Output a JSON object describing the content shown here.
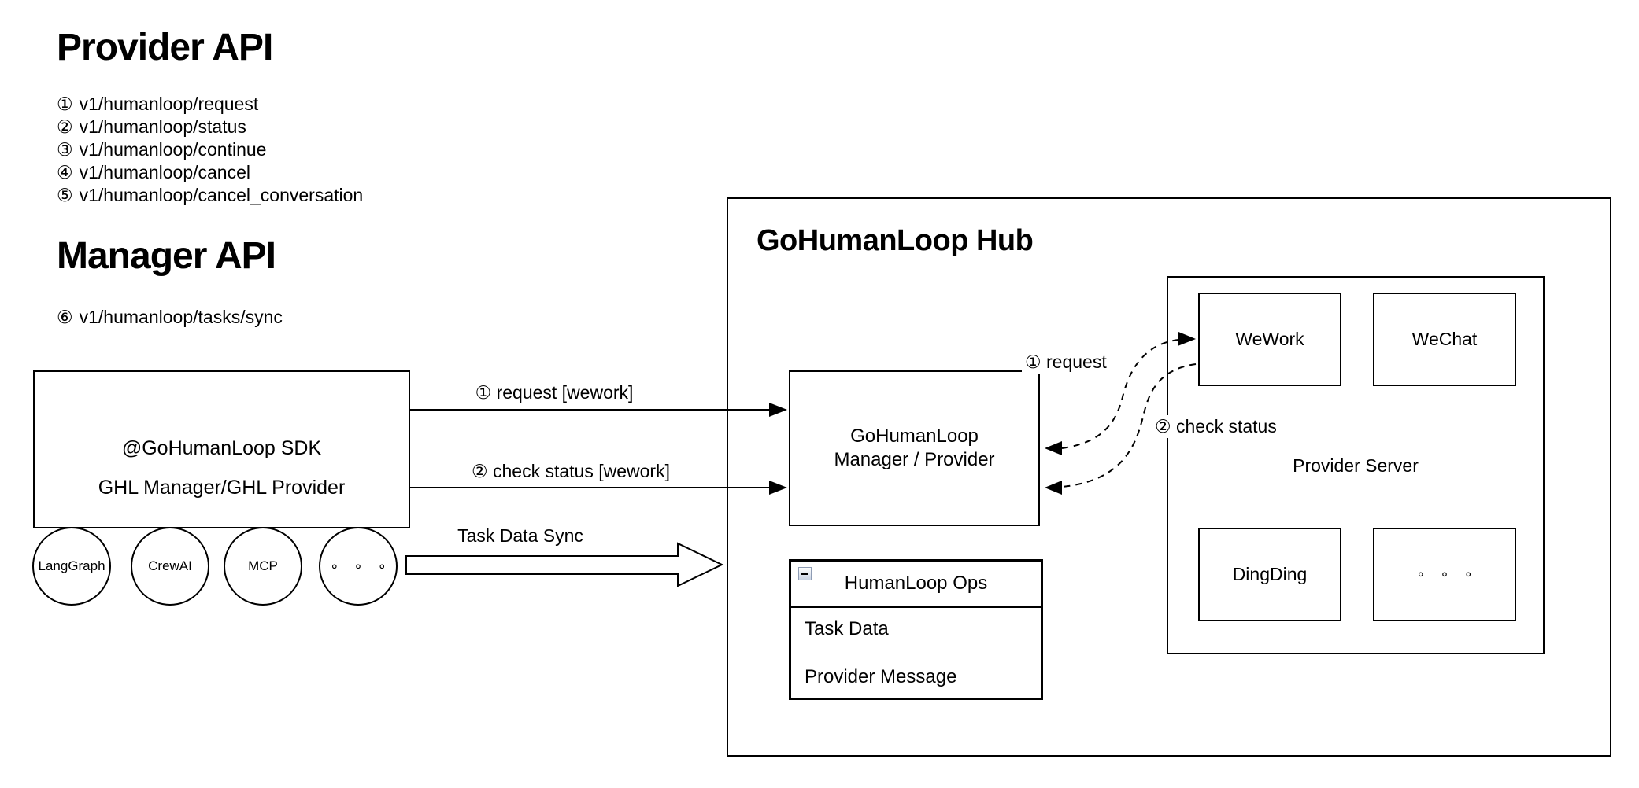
{
  "provider_api": {
    "title": "Provider API",
    "endpoints": [
      {
        "num": "①",
        "path": "v1/humanloop/request"
      },
      {
        "num": "②",
        "path": "v1/humanloop/status"
      },
      {
        "num": "③",
        "path": "v1/humanloop/continue"
      },
      {
        "num": "④",
        "path": "v1/humanloop/cancel"
      },
      {
        "num": "⑤",
        "path": "v1/humanloop/cancel_conversation"
      }
    ]
  },
  "manager_api": {
    "title": "Manager API",
    "endpoints": [
      {
        "num": "⑥",
        "path": "v1/humanloop/tasks/sync"
      }
    ]
  },
  "sdk_box": {
    "line1": "@GoHumanLoop SDK",
    "line2": "GHL Manager/GHL Provider"
  },
  "frameworks": [
    {
      "label": "LangGraph"
    },
    {
      "label": "CrewAI"
    },
    {
      "label": "MCP"
    },
    {
      "label": "∘ ∘ ∘"
    }
  ],
  "flow_labels": {
    "request": "① request [wework]",
    "check_status": "② check status [wework]",
    "task_sync": "Task Data Sync"
  },
  "hub": {
    "title": "GoHumanLoop Hub",
    "manager_box": {
      "line1": "GoHumanLoop",
      "line2": "Manager / Provider"
    },
    "arrows": {
      "request": "① request",
      "check_status": "② check status"
    },
    "ops_table": {
      "icon": "collapse-minus-icon",
      "title": "HumanLoop Ops",
      "rows": [
        "Task Data",
        "Provider Message"
      ]
    },
    "provider_server": {
      "title": "Provider Server",
      "providers": [
        {
          "label": "WeWork"
        },
        {
          "label": "WeChat"
        },
        {
          "label": "DingDing"
        },
        {
          "label": "∘ ∘ ∘"
        }
      ]
    }
  },
  "colors": {
    "background": "#ffffff",
    "stroke": "#000000",
    "text": "#000000",
    "collapse_icon_border": "#8e9cb4",
    "collapse_icon_fill": "#c9d3e4"
  }
}
